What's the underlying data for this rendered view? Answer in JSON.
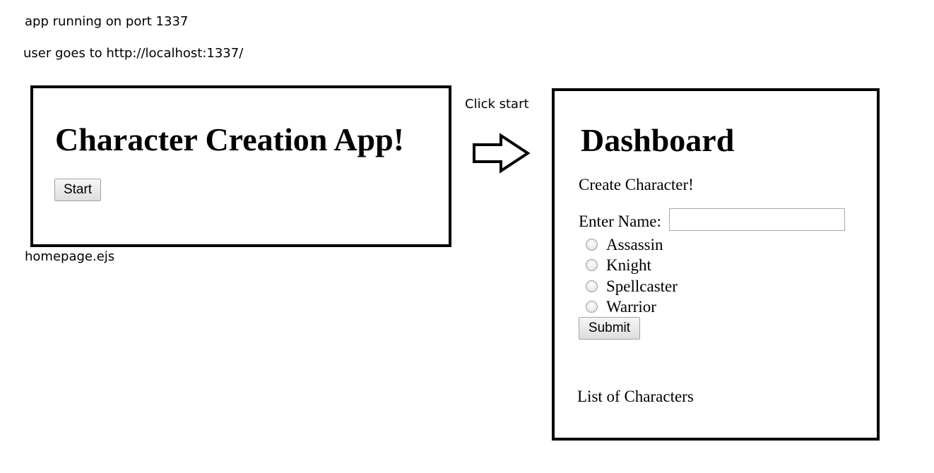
{
  "notes": {
    "app_running": "app running on port 1337",
    "user_goes": "user goes to http://localhost:1337/",
    "click_start": "Click start",
    "homepage_file": "homepage.ejs"
  },
  "homepage": {
    "title": "Character Creation App!",
    "start_label": "Start"
  },
  "dashboard": {
    "title": "Dashboard",
    "create_label": "Create Character!",
    "name_label": "Enter Name:",
    "name_value": "",
    "classes": [
      "Assassin",
      "Knight",
      "Spellcaster",
      "Warrior"
    ],
    "submit_label": "Submit",
    "list_label": "List of Characters"
  },
  "icons": {
    "arrow": "right-arrow-icon"
  }
}
